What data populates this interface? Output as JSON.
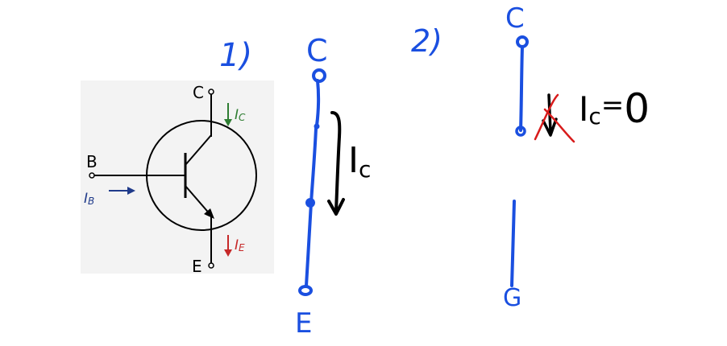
{
  "transistor_symbol": {
    "terminal_c": "C",
    "terminal_b": "B",
    "terminal_e": "E",
    "current_c_main": "I",
    "current_c_sub": "C",
    "current_b_main": "I",
    "current_b_sub": "B",
    "current_e_main": "I",
    "current_e_sub": "E"
  },
  "case_1": {
    "number": "1)",
    "top_label": "C",
    "bottom_label": "E",
    "current_main": "I",
    "current_sub": "c"
  },
  "case_2": {
    "number": "2)",
    "top_label": "C",
    "bottom_label": "G",
    "current_main": "I",
    "current_sub": "c",
    "equals": "=",
    "value": "0"
  },
  "colors": {
    "ink_blue": "#1a4fe0",
    "ink_black": "#000000",
    "ink_red": "#d81b1b",
    "ic_green": "#2e7d32",
    "ie_red": "#c62828",
    "ib_navy": "#1f3a8a",
    "symbol_bg": "#f3f3f3"
  }
}
